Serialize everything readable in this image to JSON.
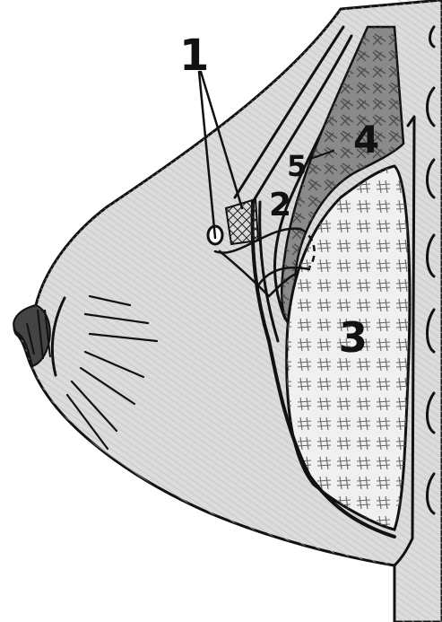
{
  "labels": {
    "label_1": "1",
    "label_2": "2",
    "label_3": "3",
    "label_4": "4",
    "label_5": "5"
  },
  "colors": {
    "ink": "#111111",
    "breast_shade": "#d6d6d6",
    "implant_fill": "#ececec",
    "muscle_shade": "#9a9a9a",
    "background": "#ffffff"
  }
}
